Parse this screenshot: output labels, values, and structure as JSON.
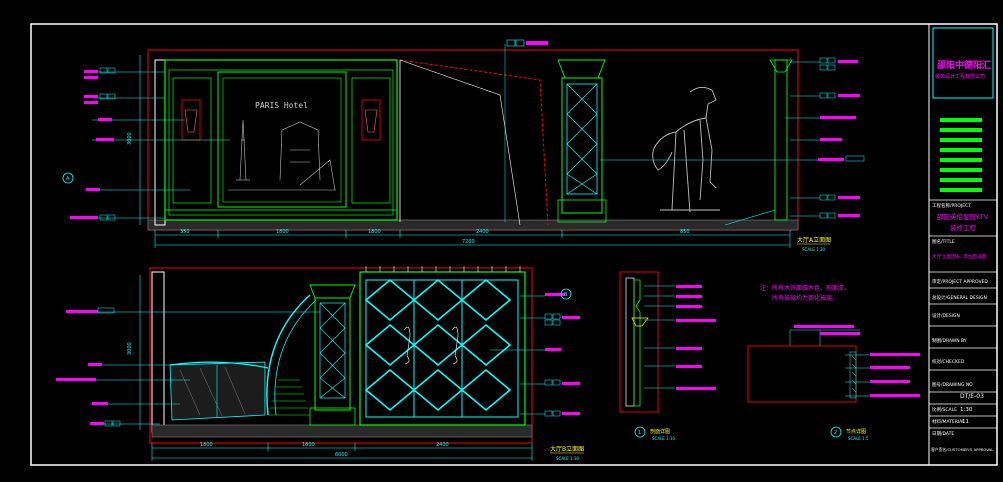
{
  "colors": {
    "background": "#000000",
    "frame": "#ffffff",
    "dimension": "#00ffff",
    "label": "#ff00ff",
    "outline": "#00ff00",
    "hatch": "#ffff00",
    "glass": "#ff0000",
    "wall_gray": "#808080"
  },
  "title_block": {
    "company_name": "邵阳中德阳汇",
    "company_sub": "装饰设计工程有限公司",
    "project_label": "工程名称/PROJECT",
    "project_name": "邵阳英伦皇冠KTV",
    "project_sub": "装修工程",
    "title_label": "图名/TITLE",
    "title_value": "大厅立面图A、B立面详图",
    "approved_label": "审定/PROJECT APPROVED",
    "design_label": "总设计/GENERAL DESIGN",
    "design2_label": "设计/DESIGN",
    "drawn_label": "制图/DRAWN BY",
    "checked_label": "校对/CHECKED",
    "drawing_no_label": "图号/DRAWING NO",
    "drawing_no": "DT/E-03",
    "scale_label": "比例/SCALE",
    "scale_value": "1:30",
    "material_label": "材料/MATERIAL",
    "material_value": "11",
    "date_label": "日期/DATE",
    "approval_label": "客户签名/CUSTOMER'S APPROVAL"
  },
  "drawing_captions": {
    "elevation_a": "大厅A立面图",
    "elevation_a_scale": "SCALE 1:30",
    "elevation_b": "大厅B立面图",
    "elevation_b_scale": "SCALE 1:30",
    "section_1": "剖面详图",
    "section_1_scale": "SCALE 1:10",
    "section_2": "节点详图",
    "section_2_scale": "SCALE 1:5"
  },
  "notes": {
    "note_line1": "注：所有木饰面做木色、刷面漆，",
    "note_line2": "所有玻璃均为钢化玻璃。"
  },
  "artwork_text": "PARIS Hotel",
  "dimensions": {
    "a_bottom": [
      "350",
      "1800",
      "1800",
      "2400",
      "850"
    ],
    "a_total": "7200",
    "b_bottom": [
      "1800",
      "1800",
      "2400"
    ],
    "b_total": "6000",
    "a_height": "3000",
    "b_height": "3000"
  },
  "callouts": {
    "symbol_a": "A",
    "symbol_b": "B",
    "symbol_1": "1",
    "symbol_2": "2"
  }
}
